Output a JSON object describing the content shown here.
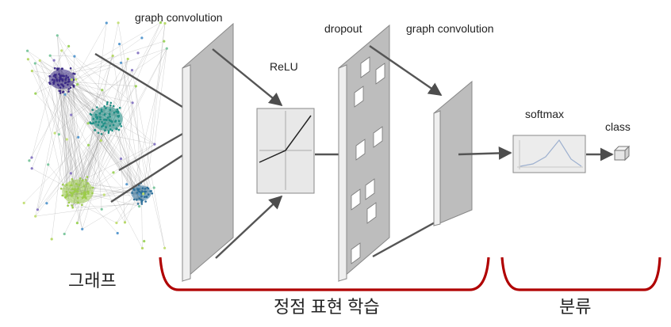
{
  "labels": {
    "graph_conv_1": "graph convolution",
    "relu": "ReLU",
    "dropout": "dropout",
    "graph_conv_2": "graph convolution",
    "softmax": "softmax",
    "class": "class",
    "graph": "그래프",
    "representation_learning": "정점 표현 학습",
    "classification": "분류"
  },
  "colors": {
    "brace": "#b00000",
    "layer_face": "#bdbdbd",
    "layer_side": "#e8e8e8",
    "arrow": "#555555",
    "cluster_purple": "#3b2a86",
    "cluster_teal": "#1f8f86",
    "cluster_green": "#9ccc4a",
    "cluster_blue": "#2b6f9a"
  }
}
